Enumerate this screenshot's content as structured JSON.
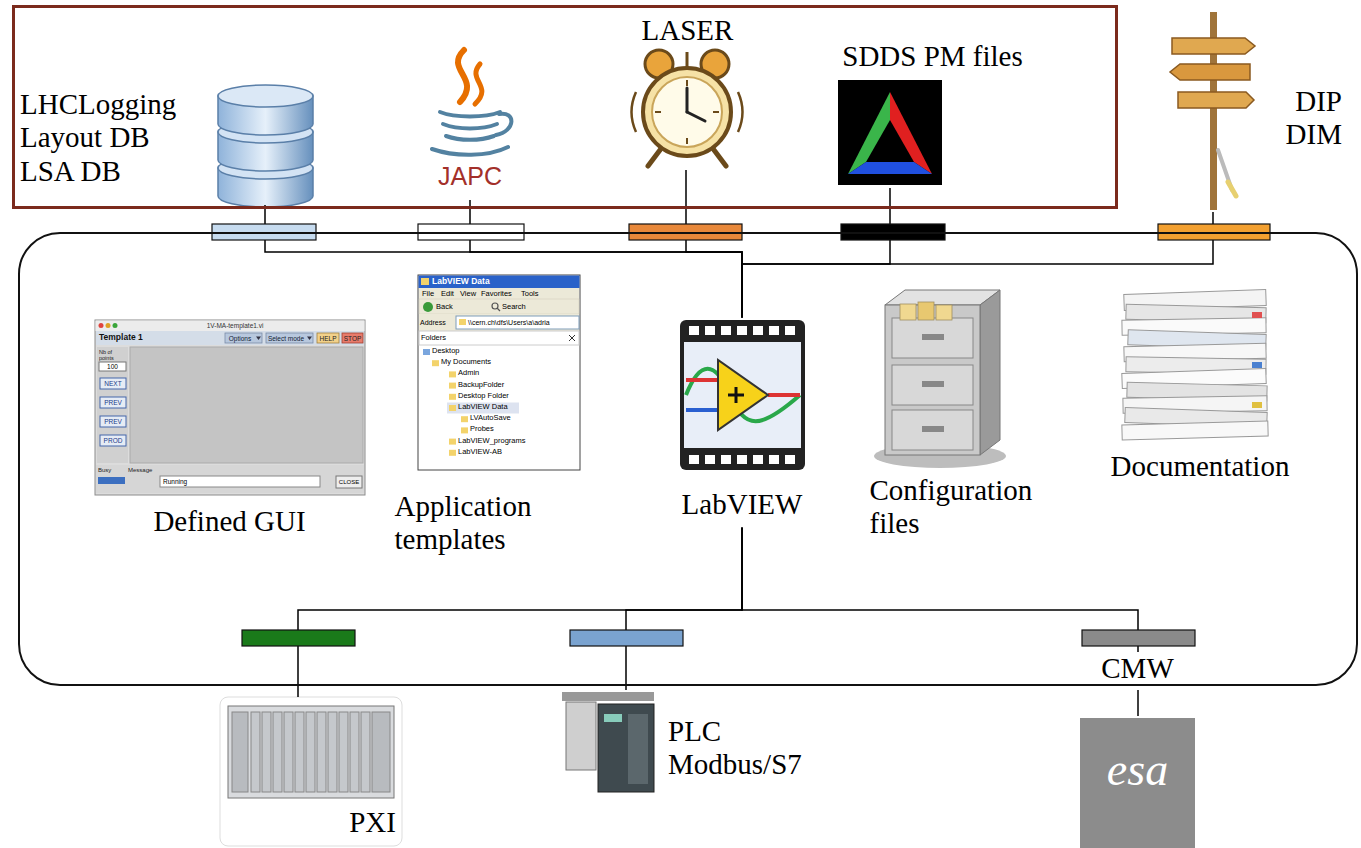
{
  "diagram": {
    "nodes": [
      {
        "text": []
      },
      {
        "text": [
          "LHCLogging Layout DB LSA DB"
        ],
        "in": 0
      },
      {
        "text": [
          "JAPC"
        ],
        "in": 0
      },
      {
        "text": [
          "LASER"
        ],
        "in": 0
      },
      {
        "text": [
          "SDDS PM files"
        ],
        "in": 0
      },
      {
        "text": [
          "DIP DIM"
        ]
      },
      {
        "text": []
      },
      {
        "text": [
          "Defined GUI"
        ],
        "in": 6
      },
      {
        "text": [
          "Application templates"
        ],
        "in": 6
      },
      {
        "text": [
          "LabVIEW"
        ],
        "in": 6
      },
      {
        "text": [
          "Configuration files"
        ],
        "in": 6
      },
      {
        "text": [
          "Documentation"
        ],
        "in": 6
      },
      {
        "text": [
          "PXI"
        ]
      },
      {
        "text": [
          "PLC Modbus/S7"
        ]
      },
      {
        "text": [
          "CMW"
        ]
      }
    ],
    "edges": [
      {
        "from": 1,
        "to": 9,
        "arrow": "none"
      },
      {
        "from": 2,
        "to": 9,
        "arrow": "none"
      },
      {
        "from": 3,
        "to": 9,
        "arrow": "none"
      },
      {
        "from": 4,
        "to": 9,
        "arrow": "none"
      },
      {
        "from": 5,
        "to": 9,
        "arrow": "none"
      },
      {
        "from": 9,
        "to": 12,
        "arrow": "none"
      },
      {
        "from": 9,
        "to": 13,
        "arrow": "none"
      },
      {
        "from": 9,
        "to": 14,
        "arrow": "none"
      }
    ],
    "labels": [
      "1V-MA-template1.vi",
      "Template 1",
      "Options",
      "Select mode",
      "HELP",
      "STOP",
      "Nb of points",
      "100",
      "NEXT",
      "PREV",
      "PREV",
      "PROD",
      "Busy",
      "Message",
      "Running",
      "CLOSE",
      "LabVIEW Data",
      "File",
      "Edit",
      "View",
      "Favorites",
      "Tools",
      "Back",
      "Search",
      "Address",
      "\\\\cern.ch\\dfs\\Users\\a\\adria",
      "Folders",
      "Desktop",
      "My Documents",
      "Admin",
      "BackupFolder",
      "Desktop Folder",
      "LabVIEW Data",
      "LVAutoSave",
      "Probes",
      "LabVIEW_programs",
      "LabVIEW-AB",
      "esa"
    ]
  }
}
